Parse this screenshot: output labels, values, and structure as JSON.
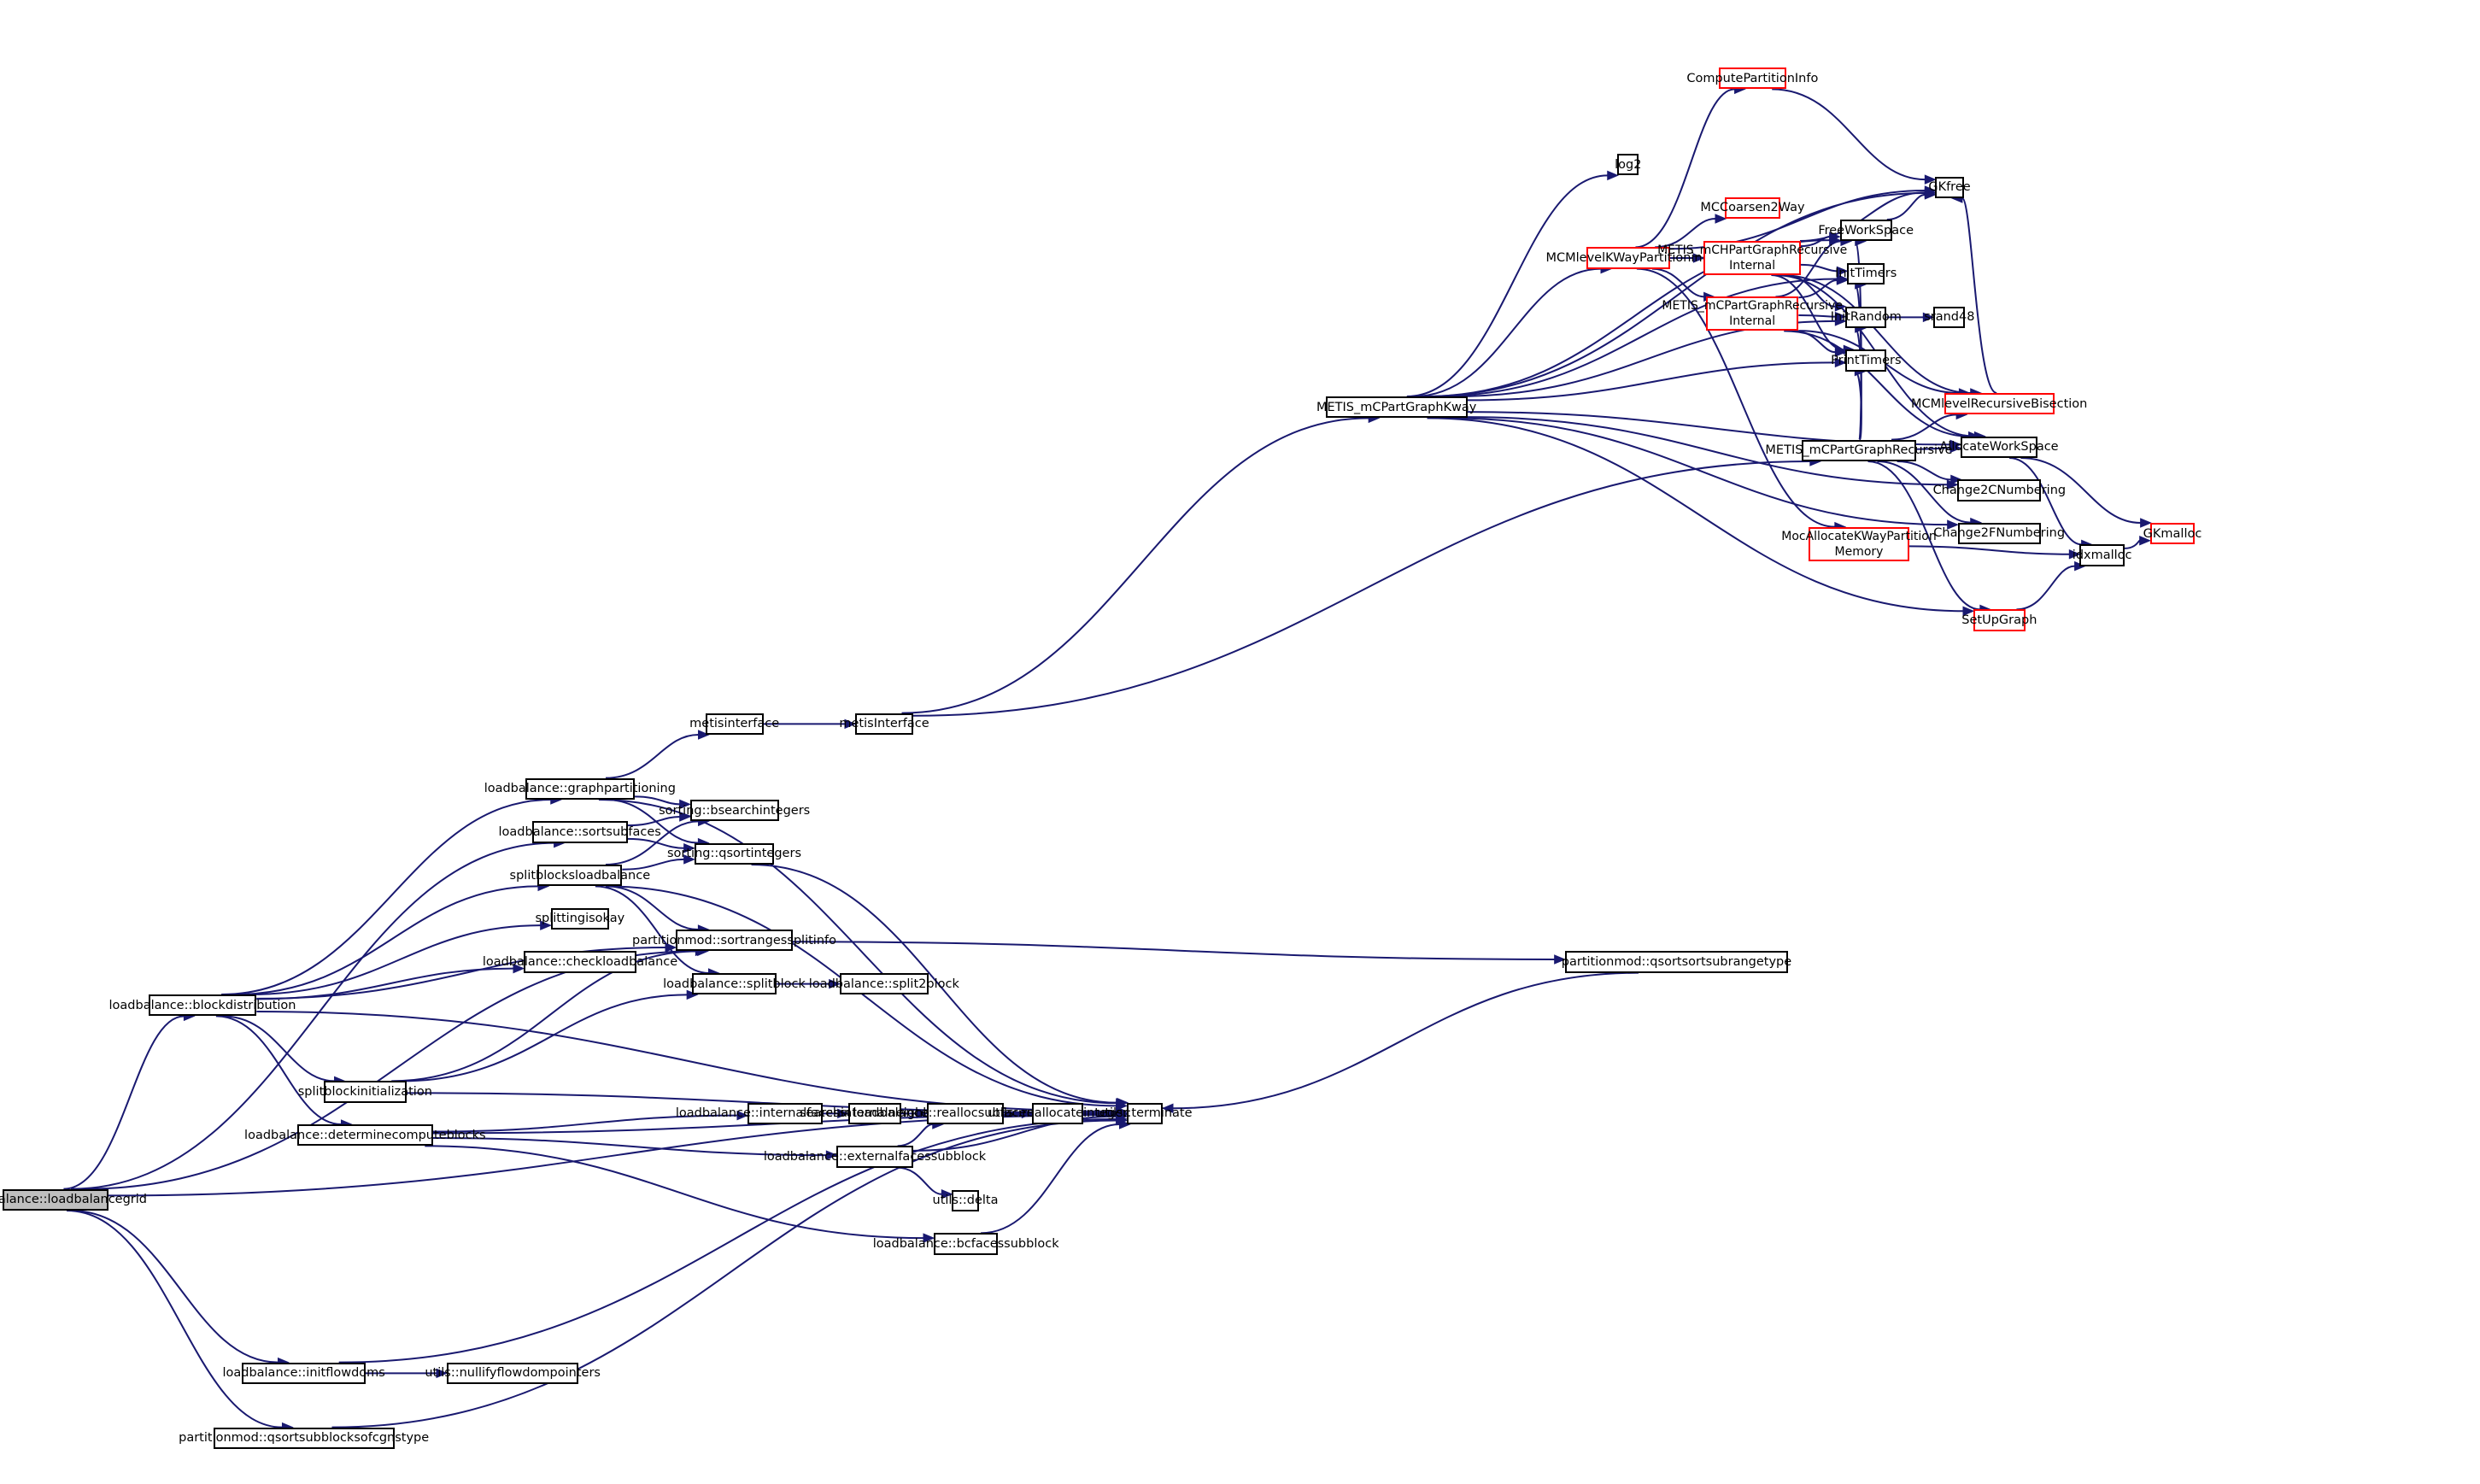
{
  "diagram": {
    "type": "call-graph",
    "root": "loadbalance::loadbalancegrid",
    "colors": {
      "edge": "#191970",
      "node_border": "#000000",
      "node_border_truncated": "#ff0000",
      "current_node_fill": "#bfbfbf"
    },
    "nodes": [
      {
        "id": "loadbalancegrid",
        "label": "loadbalance::loadbalancegrid",
        "style": "current"
      },
      {
        "id": "blockdistribution",
        "label": "loadbalance::blockdistribution",
        "style": "normal"
      },
      {
        "id": "graphpartitioning",
        "label": "loadbalance::graphpartitioning",
        "style": "normal"
      },
      {
        "id": "sortsubfaces",
        "label": "loadbalance::sortsubfaces",
        "style": "normal"
      },
      {
        "id": "splitblocksloadbalance",
        "label": "splitblocksloadbalance",
        "style": "normal"
      },
      {
        "id": "splittingisokay",
        "label": "splittingisokay",
        "style": "normal"
      },
      {
        "id": "checkloadbalance",
        "label": "loadbalance::checkloadbalance",
        "style": "normal"
      },
      {
        "id": "splitblockinitialization",
        "label": "splitblockinitialization",
        "style": "normal"
      },
      {
        "id": "determinecomputeblocks",
        "label": "loadbalance::determinecomputeblocks",
        "style": "normal"
      },
      {
        "id": "initflowdoms",
        "label": "loadbalance::initflowdoms",
        "style": "normal"
      },
      {
        "id": "qsortsubblocksofcgnstype",
        "label": "partitionmod::qsortsubblocksofcgnstype",
        "style": "normal"
      },
      {
        "id": "metisinterface_l",
        "label": "metisinterface",
        "style": "normal"
      },
      {
        "id": "metisInterface_u",
        "label": "metisInterface",
        "style": "normal"
      },
      {
        "id": "bsearchintegers",
        "label": "sorting::bsearchintegers",
        "style": "normal"
      },
      {
        "id": "qsortintegers",
        "label": "sorting::qsortintegers",
        "style": "normal"
      },
      {
        "id": "sortrangessplitinfo",
        "label": "partitionmod::sortrangessplitinfo",
        "style": "normal"
      },
      {
        "id": "splitblock",
        "label": "loadbalance::splitblock",
        "style": "normal"
      },
      {
        "id": "split2block",
        "label": "loadbalance::split2block",
        "style": "normal"
      },
      {
        "id": "qsortsortsubrangetype",
        "label": "partitionmod::qsortsortsubrangetype",
        "style": "normal"
      },
      {
        "id": "internalfacessubblock",
        "label": "loadbalance::internalfacessubblock",
        "style": "normal"
      },
      {
        "id": "searchinternalneighbors",
        "label": "searchinternalneighbors",
        "style": "normal"
      },
      {
        "id": "reallocsubfacememory",
        "label": "loadbalance::reallocsubfacememory",
        "style": "normal"
      },
      {
        "id": "reallocateinteger",
        "label": "utils::reallocateinteger",
        "style": "normal"
      },
      {
        "id": "externalfacessubblock",
        "label": "loadbalance::externalfacessubblock",
        "style": "normal"
      },
      {
        "id": "delta",
        "label": "utils::delta",
        "style": "normal"
      },
      {
        "id": "bcfacessubblock",
        "label": "loadbalance::bcfacessubblock",
        "style": "normal"
      },
      {
        "id": "nullifyflowdompointers",
        "label": "utils::nullifyflowdompointers",
        "style": "normal"
      },
      {
        "id": "terminate",
        "label": "utils::terminate",
        "style": "normal"
      },
      {
        "id": "METIS_mCPartGraphKway",
        "label": "METIS_mCPartGraphKway",
        "style": "normal"
      },
      {
        "id": "METIS_mCPartGraphRecursive",
        "label": "METIS_mCPartGraphRecursive",
        "style": "normal"
      },
      {
        "id": "log2",
        "label": "log2",
        "style": "normal"
      },
      {
        "id": "MCMlevelKWayPartitioning",
        "label": "MCMlevelKWayPartitioning",
        "style": "truncated"
      },
      {
        "id": "ComputePartitionInfo",
        "label": "ComputePartitionInfo",
        "style": "truncated"
      },
      {
        "id": "MCCoarsen2Way",
        "label": "MCCoarsen2Way",
        "style": "truncated"
      },
      {
        "id": "METIS_mCHPartGraphRecursiveInternal",
        "label": "METIS_mCHPartGraphRecursive\nInternal",
        "style": "truncated"
      },
      {
        "id": "METIS_mCPartGraphRecursiveInternal",
        "label": "METIS_mCPartGraphRecursive\nInternal",
        "style": "truncated"
      },
      {
        "id": "MocAllocateKWayPartitionMemory",
        "label": "MocAllocateKWayPartition\nMemory",
        "style": "truncated"
      },
      {
        "id": "MCMlevelRecursiveBisection",
        "label": "MCMlevelRecursiveBisection",
        "style": "truncated"
      },
      {
        "id": "SetUpGraph",
        "label": "SetUpGraph",
        "style": "truncated"
      },
      {
        "id": "GKfree",
        "label": "GKfree",
        "style": "normal"
      },
      {
        "id": "FreeWorkSpace",
        "label": "FreeWorkSpace",
        "style": "normal"
      },
      {
        "id": "InitTimers",
        "label": "InitTimers",
        "style": "normal"
      },
      {
        "id": "InitRandom",
        "label": "InitRandom",
        "style": "normal"
      },
      {
        "id": "srand48",
        "label": "srand48",
        "style": "normal"
      },
      {
        "id": "PrintTimers",
        "label": "PrintTimers",
        "style": "normal"
      },
      {
        "id": "AllocateWorkSpace",
        "label": "AllocateWorkSpace",
        "style": "normal"
      },
      {
        "id": "Change2CNumbering",
        "label": "Change2CNumbering",
        "style": "normal"
      },
      {
        "id": "Change2FNumbering",
        "label": "Change2FNumbering",
        "style": "normal"
      },
      {
        "id": "idxmalloc",
        "label": "idxmalloc",
        "style": "normal"
      },
      {
        "id": "GKmalloc",
        "label": "GKmalloc",
        "style": "truncated"
      }
    ],
    "edges": [
      [
        "loadbalancegrid",
        "blockdistribution"
      ],
      [
        "loadbalancegrid",
        "sortsubfaces"
      ],
      [
        "loadbalancegrid",
        "sortrangessplitinfo"
      ],
      [
        "loadbalancegrid",
        "terminate"
      ],
      [
        "loadbalancegrid",
        "initflowdoms"
      ],
      [
        "loadbalancegrid",
        "qsortsubblocksofcgnstype"
      ],
      [
        "blockdistribution",
        "graphpartitioning"
      ],
      [
        "blockdistribution",
        "splitblocksloadbalance"
      ],
      [
        "blockdistribution",
        "splittingisokay"
      ],
      [
        "blockdistribution",
        "checkloadbalance"
      ],
      [
        "blockdistribution",
        "sortrangessplitinfo"
      ],
      [
        "blockdistribution",
        "splitblockinitialization"
      ],
      [
        "blockdistribution",
        "determinecomputeblocks"
      ],
      [
        "blockdistribution",
        "terminate"
      ],
      [
        "graphpartitioning",
        "metisinterface_l"
      ],
      [
        "graphpartitioning",
        "bsearchintegers"
      ],
      [
        "graphpartitioning",
        "qsortintegers"
      ],
      [
        "graphpartitioning",
        "terminate"
      ],
      [
        "sortsubfaces",
        "bsearchintegers"
      ],
      [
        "sortsubfaces",
        "qsortintegers"
      ],
      [
        "splitblocksloadbalance",
        "bsearchintegers"
      ],
      [
        "splitblocksloadbalance",
        "qsortintegers"
      ],
      [
        "splitblocksloadbalance",
        "sortrangessplitinfo"
      ],
      [
        "splitblocksloadbalance",
        "splitblock"
      ],
      [
        "splitblocksloadbalance",
        "terminate"
      ],
      [
        "splitblockinitialization",
        "sortrangessplitinfo"
      ],
      [
        "splitblockinitialization",
        "splitblock"
      ],
      [
        "splitblockinitialization",
        "terminate"
      ],
      [
        "qsortintegers",
        "terminate"
      ],
      [
        "sortrangessplitinfo",
        "qsortsortsubrangetype"
      ],
      [
        "qsortsortsubrangetype",
        "terminate"
      ],
      [
        "splitblock",
        "split2block"
      ],
      [
        "determinecomputeblocks",
        "internalfacessubblock"
      ],
      [
        "determinecomputeblocks",
        "externalfacessubblock"
      ],
      [
        "determinecomputeblocks",
        "bcfacessubblock"
      ],
      [
        "determinecomputeblocks",
        "terminate"
      ],
      [
        "internalfacessubblock",
        "searchinternalneighbors"
      ],
      [
        "searchinternalneighbors",
        "reallocsubfacememory"
      ],
      [
        "reallocsubfacememory",
        "reallocateinteger"
      ],
      [
        "reallocateinteger",
        "terminate"
      ],
      [
        "externalfacessubblock",
        "reallocsubfacememory"
      ],
      [
        "externalfacessubblock",
        "delta"
      ],
      [
        "externalfacessubblock",
        "terminate"
      ],
      [
        "bcfacessubblock",
        "terminate"
      ],
      [
        "initflowdoms",
        "nullifyflowdompointers"
      ],
      [
        "initflowdoms",
        "terminate"
      ],
      [
        "qsortsubblocksofcgnstype",
        "terminate"
      ],
      [
        "metisinterface_l",
        "metisInterface_u"
      ],
      [
        "metisInterface_u",
        "METIS_mCPartGraphKway"
      ],
      [
        "metisInterface_u",
        "METIS_mCPartGraphRecursive"
      ],
      [
        "METIS_mCPartGraphKway",
        "log2"
      ],
      [
        "METIS_mCPartGraphKway",
        "MCMlevelKWayPartitioning"
      ],
      [
        "METIS_mCPartGraphKway",
        "GKfree"
      ],
      [
        "METIS_mCPartGraphKway",
        "FreeWorkSpace"
      ],
      [
        "METIS_mCPartGraphKway",
        "InitTimers"
      ],
      [
        "METIS_mCPartGraphKway",
        "InitRandom"
      ],
      [
        "METIS_mCPartGraphKway",
        "PrintTimers"
      ],
      [
        "METIS_mCPartGraphKway",
        "AllocateWorkSpace"
      ],
      [
        "METIS_mCPartGraphKway",
        "Change2CNumbering"
      ],
      [
        "METIS_mCPartGraphKway",
        "Change2FNumbering"
      ],
      [
        "METIS_mCPartGraphKway",
        "SetUpGraph"
      ],
      [
        "MCMlevelKWayPartitioning",
        "ComputePartitionInfo"
      ],
      [
        "MCMlevelKWayPartitioning",
        "MCCoarsen2Way"
      ],
      [
        "MCMlevelKWayPartitioning",
        "METIS_mCHPartGraphRecursiveInternal"
      ],
      [
        "MCMlevelKWayPartitioning",
        "METIS_mCPartGraphRecursiveInternal"
      ],
      [
        "MCMlevelKWayPartitioning",
        "MocAllocateKWayPartitionMemory"
      ],
      [
        "MCMlevelKWayPartitioning",
        "GKfree"
      ],
      [
        "ComputePartitionInfo",
        "GKfree"
      ],
      [
        "METIS_mCHPartGraphRecursiveInternal",
        "GKfree"
      ],
      [
        "METIS_mCHPartGraphRecursiveInternal",
        "FreeWorkSpace"
      ],
      [
        "METIS_mCHPartGraphRecursiveInternal",
        "InitTimers"
      ],
      [
        "METIS_mCHPartGraphRecursiveInternal",
        "InitRandom"
      ],
      [
        "METIS_mCHPartGraphRecursiveInternal",
        "PrintTimers"
      ],
      [
        "METIS_mCHPartGraphRecursiveInternal",
        "AllocateWorkSpace"
      ],
      [
        "METIS_mCHPartGraphRecursiveInternal",
        "MCMlevelRecursiveBisection"
      ],
      [
        "METIS_mCPartGraphRecursiveInternal",
        "FreeWorkSpace"
      ],
      [
        "METIS_mCPartGraphRecursiveInternal",
        "InitTimers"
      ],
      [
        "METIS_mCPartGraphRecursiveInternal",
        "InitRandom"
      ],
      [
        "METIS_mCPartGraphRecursiveInternal",
        "PrintTimers"
      ],
      [
        "METIS_mCPartGraphRecursiveInternal",
        "AllocateWorkSpace"
      ],
      [
        "METIS_mCPartGraphRecursiveInternal",
        "MCMlevelRecursiveBisection"
      ],
      [
        "METIS_mCPartGraphRecursive",
        "FreeWorkSpace"
      ],
      [
        "METIS_mCPartGraphRecursive",
        "InitTimers"
      ],
      [
        "METIS_mCPartGraphRecursive",
        "InitRandom"
      ],
      [
        "METIS_mCPartGraphRecursive",
        "PrintTimers"
      ],
      [
        "METIS_mCPartGraphRecursive",
        "MCMlevelRecursiveBisection"
      ],
      [
        "METIS_mCPartGraphRecursive",
        "AllocateWorkSpace"
      ],
      [
        "METIS_mCPartGraphRecursive",
        "Change2CNumbering"
      ],
      [
        "METIS_mCPartGraphRecursive",
        "Change2FNumbering"
      ],
      [
        "METIS_mCPartGraphRecursive",
        "SetUpGraph"
      ],
      [
        "FreeWorkSpace",
        "GKfree"
      ],
      [
        "InitRandom",
        "srand48"
      ],
      [
        "MCMlevelRecursiveBisection",
        "GKfree"
      ],
      [
        "AllocateWorkSpace",
        "idxmalloc"
      ],
      [
        "AllocateWorkSpace",
        "GKmalloc"
      ],
      [
        "MocAllocateKWayPartitionMemory",
        "idxmalloc"
      ],
      [
        "SetUpGraph",
        "idxmalloc"
      ],
      [
        "idxmalloc",
        "GKmalloc"
      ]
    ]
  }
}
